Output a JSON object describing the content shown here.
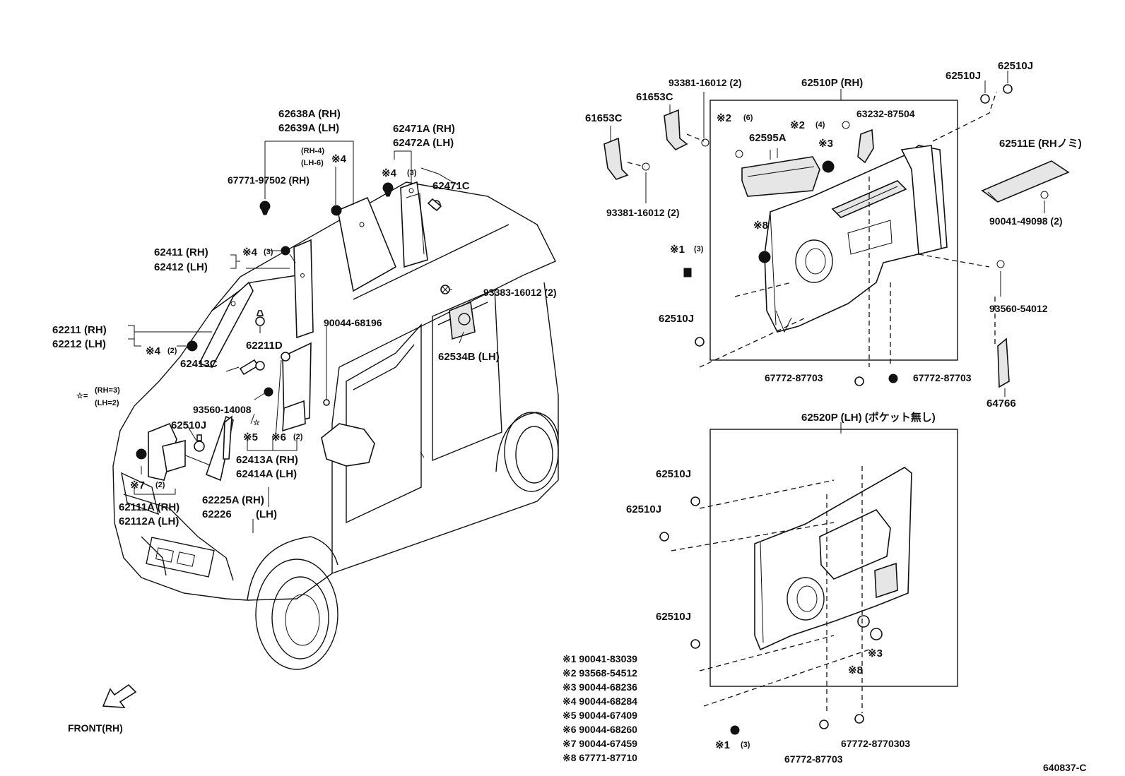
{
  "labels": {
    "l62638A": "62638A (RH)",
    "l62639A": "62639A (LH)",
    "l67771_97502": "67771-97502 (RH)",
    "lRH4": "(RH-4)",
    "lLH6": "(LH-6)",
    "lStar4a": "※4",
    "l62471A": "62471A (RH)",
    "l62472A": "62472A (LH)",
    "lStar4b": "※4",
    "lQty3a": "(3)",
    "l62471C": "62471C",
    "l62411": "62411 (RH)",
    "l62412": "62412 (LH)",
    "lStar4c": "※4",
    "lQty3b": "(3)",
    "l90044_68196": "90044-68196",
    "l93383": "93383-16012 (2)",
    "l62211": "62211 (RH)",
    "l62212": "62212 (LH)",
    "lStar4d": "※4",
    "lQty2a": "(2)",
    "l62211D": "62211D",
    "l62534B": "62534B (LH)",
    "l62413C": "62413C",
    "lStarNote": "☆=",
    "lRH3": "(RH=3)",
    "lLH2": "(LH=2)",
    "l93560_14008": "93560-14008",
    "l62510J_a": "62510J",
    "lStarOpen": "☆",
    "lStar5": "※5",
    "lStar6": "※6",
    "lQty2b": "(2)",
    "l62413A": "62413A (RH)",
    "l62414A": "62414A (LH)",
    "lStar7": "※7",
    "lQty2c": "(2)",
    "l62111A": "62111A (RH)",
    "l62112A": "62112A (LH)",
    "l62225A": "62225A (RH)",
    "l62226": "62226",
    "lLHonly": "(LH)",
    "lFront": "FRONT(RH)",
    "l61653C_a": "61653C",
    "l61653C_b": "61653C",
    "l93381_top": "93381-16012 (2)",
    "l93381_bot": "93381-16012 (2)",
    "l62510P": "62510P (RH)",
    "lStar2a": "※2",
    "lQty6": "(6)",
    "lStar2b": "※2",
    "lQty4": "(4)",
    "l63232": "63232-87504",
    "l62595A": "62595A",
    "lStar3a": "※3",
    "lStar8a": "※8",
    "lStar1a": "※1",
    "lQty3c": "(3)",
    "l62510J_b": "62510J",
    "l67772_a": "67772-87703",
    "l67772_b": "67772-87703",
    "l62510J_c": "62510J",
    "l62510J_d": "62510J",
    "l62511E": "62511E (RHノミ)",
    "l90041_49098": "90041-49098 (2)",
    "l93560_54012": "93560-54012",
    "l64766": "64766",
    "l62520P": "62520P (LH) (ポケット無し)",
    "l62510J_e": "62510J",
    "l62510J_f": "62510J",
    "l62510J_g": "62510J",
    "lStar3b": "※3",
    "lStar8b": "※8",
    "lStar1b": "※1",
    "lQty3d": "(3)",
    "l67772_8770303": "67772-8770303",
    "l67772_c": "67772-87703",
    "lDiagramNo": "640837-C"
  },
  "legend": [
    "※1 90041-83039",
    "※2 93568-54512",
    "※3 90044-68236",
    "※4 90044-68284",
    "※5 90044-67409",
    "※6 90044-68260",
    "※7 90044-67459",
    "※8 67771-87710"
  ]
}
